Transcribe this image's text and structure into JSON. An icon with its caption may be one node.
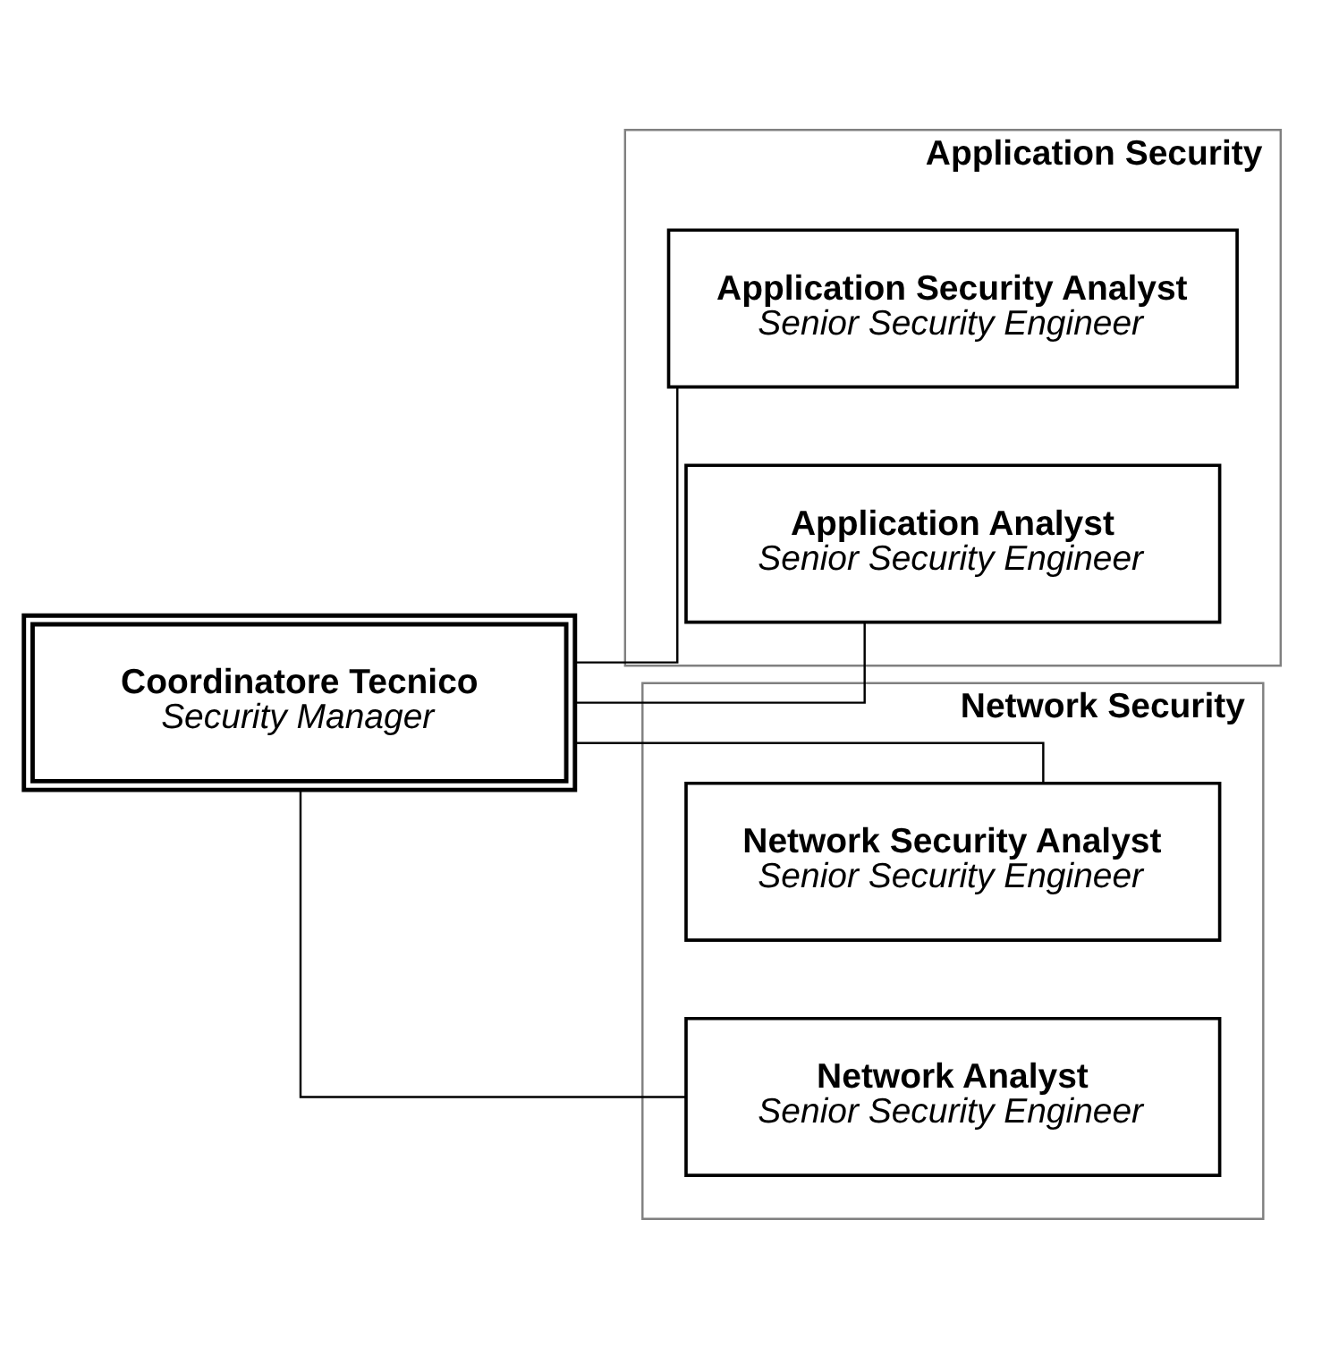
{
  "diagram": {
    "nodes": [
      {
        "text": [
          "Coordinatore Tecnico",
          "Security Manager"
        ]
      },
      {
        "text": [
          "Application Security"
        ]
      },
      {
        "text": [
          "Application Security Analyst",
          "Senior Security Engineer"
        ],
        "in": 1
      },
      {
        "text": [
          "Application Analyst",
          "Senior Security Engineer"
        ],
        "in": 1
      },
      {
        "text": [
          "Network Security"
        ]
      },
      {
        "text": [
          "Network Security Analyst",
          "Senior Security Engineer"
        ],
        "in": 4
      },
      {
        "text": [
          "Network Analyst",
          "Senior Security Engineer"
        ],
        "in": 4
      }
    ],
    "edges": [
      {
        "from": 0,
        "to": 2,
        "arrow": "none"
      },
      {
        "from": 0,
        "to": 3,
        "arrow": "none"
      },
      {
        "from": 0,
        "to": 5,
        "arrow": "none"
      },
      {
        "from": 0,
        "to": 6,
        "arrow": "none"
      }
    ]
  }
}
